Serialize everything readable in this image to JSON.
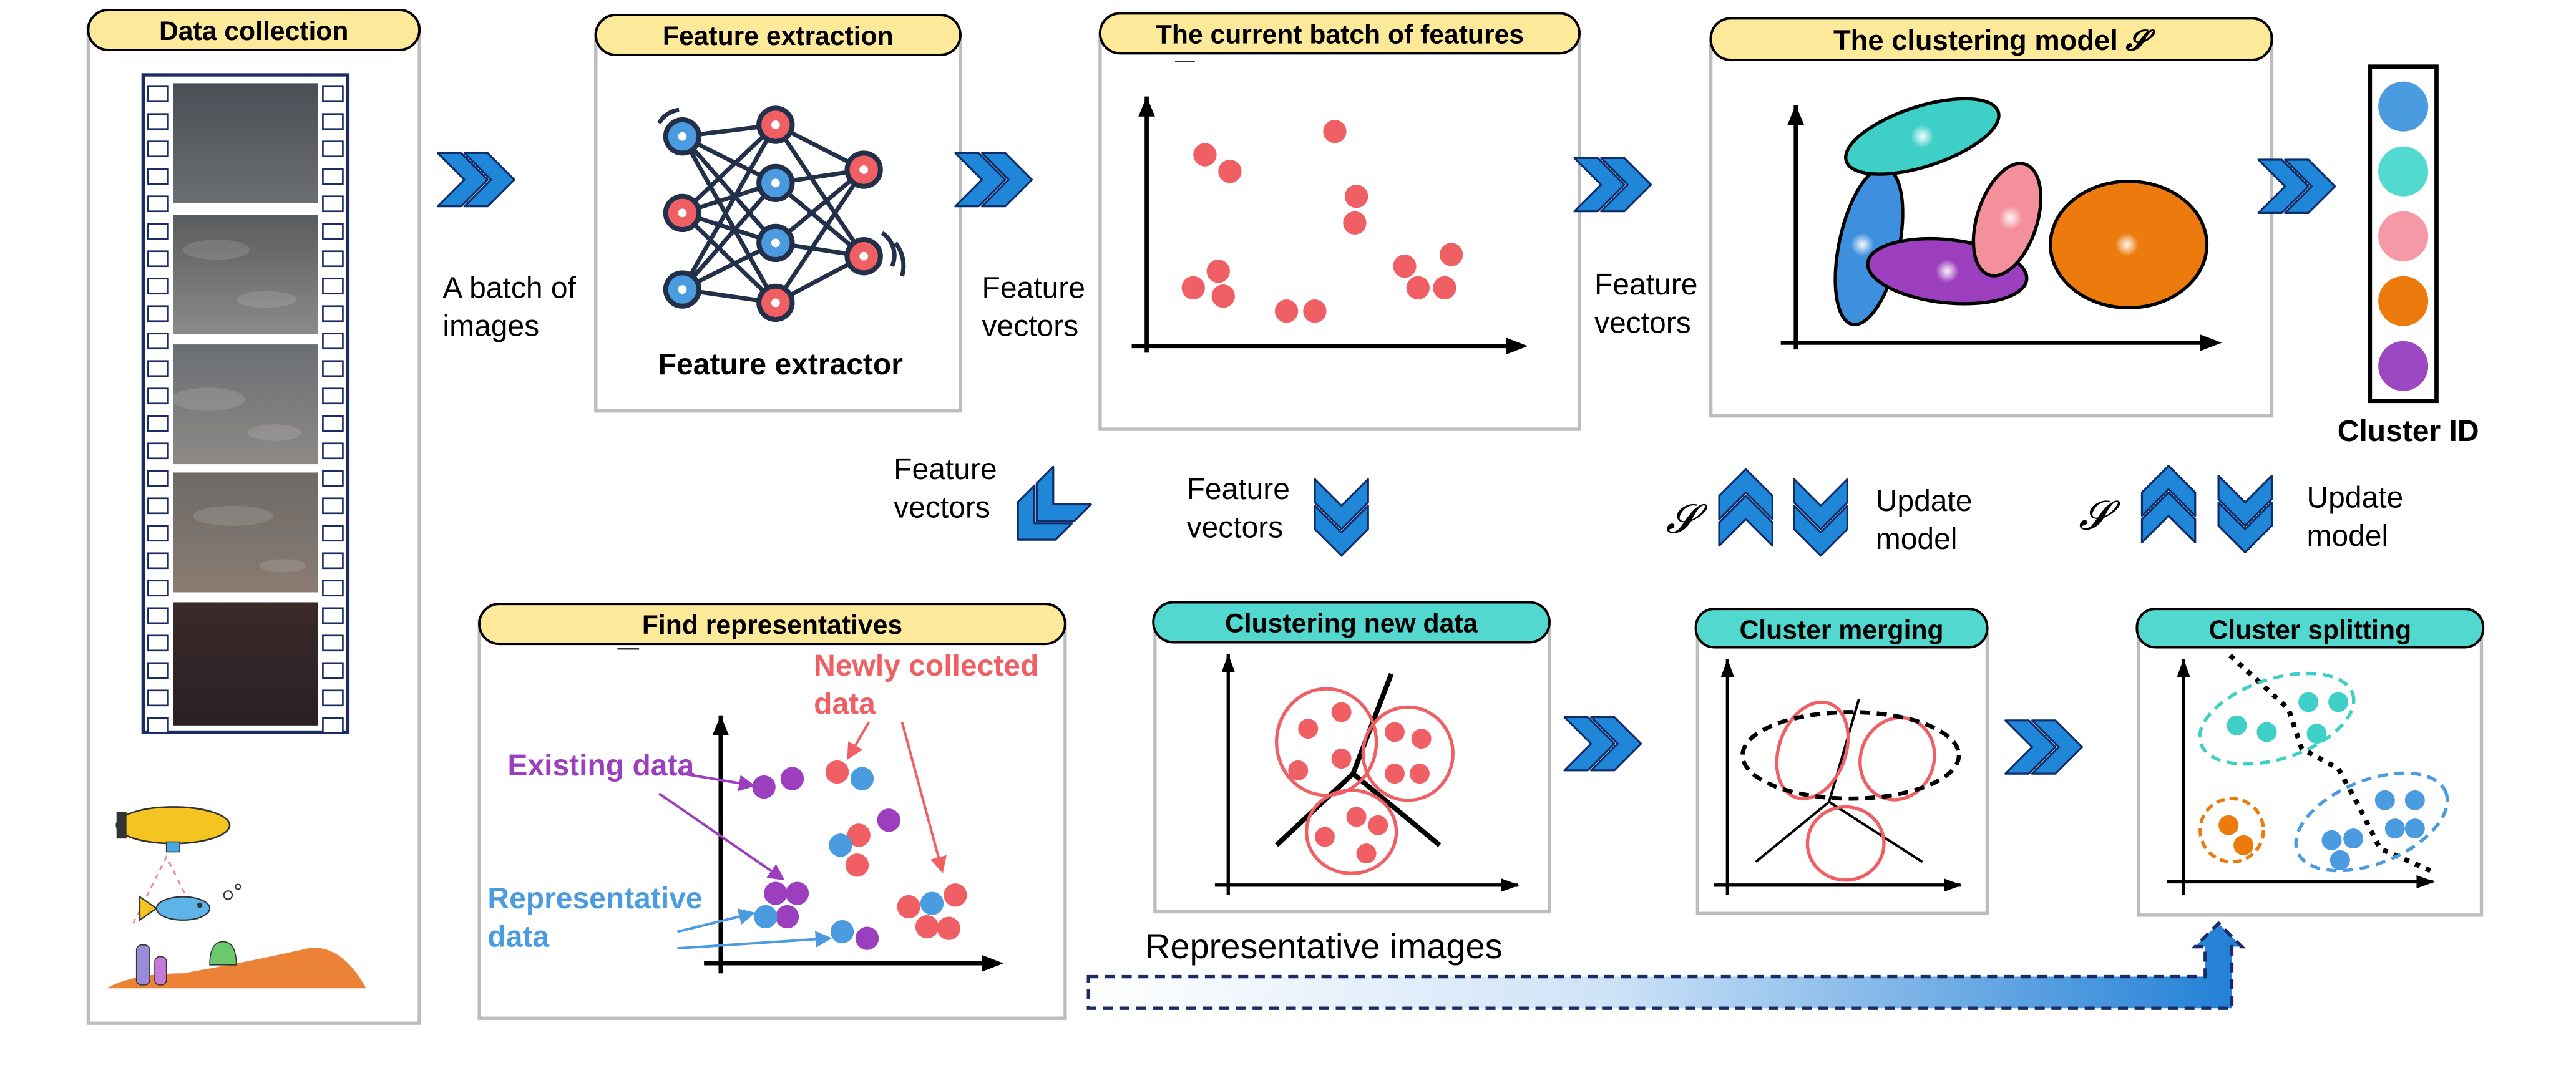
{
  "panels": {
    "data_collection": {
      "title": "Data collection"
    },
    "feature_extraction": {
      "title": "Feature extraction",
      "caption": "Feature extractor"
    },
    "current_batch": {
      "title": "The current batch of features"
    },
    "clustering_model": {
      "title": "The clustering model ",
      "symbol": "𝓢"
    },
    "cluster_ids": {
      "label": "Cluster ID",
      "colors": [
        "#4a9be0",
        "#52d9d0",
        "#f599a6",
        "#ec7a0c",
        "#9b48c2"
      ]
    },
    "find_representatives": {
      "title": "Find representatives",
      "existing_label": "Existing data",
      "newly_label_line1": "Newly collected",
      "newly_label_line2": "data",
      "representative_label_line1": "Representative",
      "representative_label_line2": "data"
    },
    "clustering_new_data": {
      "title": "Clustering new data"
    },
    "cluster_merging": {
      "title": "Cluster merging"
    },
    "cluster_splitting": {
      "title": "Cluster splitting"
    }
  },
  "arrow_labels": {
    "batch_line1": "A batch of",
    "batch_line2": "images",
    "feature_line1": "Feature",
    "feature_line2": "vectors",
    "update_line1": "Update",
    "update_line2": "model",
    "model_symbol": "𝓢",
    "representative_images": "Representative images"
  },
  "colors": {
    "title_yellow": "#fde99a",
    "title_teal": "#52d8cf",
    "chevron_blue": "#1f86d8",
    "point_red": "#ef5f64",
    "point_blue": "#4a9be0",
    "point_purple": "#9b3fbf",
    "point_teal": "#3ed0c7",
    "point_orange": "#ec7a0c",
    "label_purple": "#9b3fbf",
    "label_red": "#ef5f64",
    "label_blue": "#4a9be0"
  }
}
